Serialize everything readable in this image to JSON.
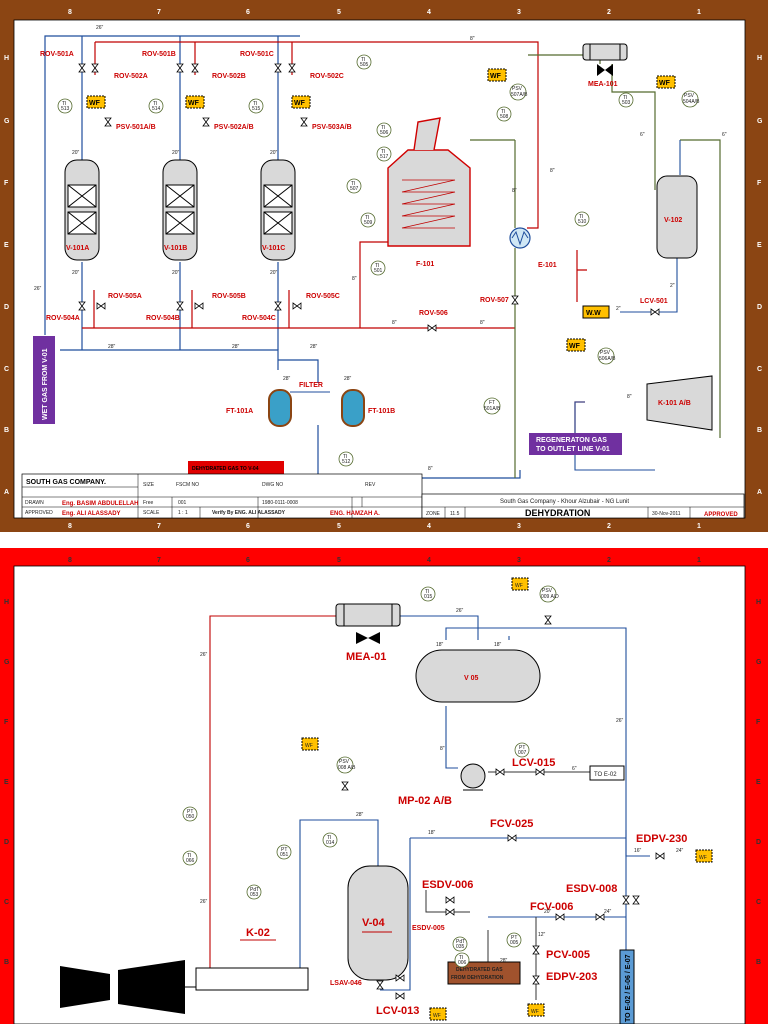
{
  "colors": {
    "frame_top": "#8b4513",
    "frame_bottom": "#ff0000",
    "pipe_red": "#c00000",
    "pipe_blue": "#1f4e9c",
    "pipe_olive": "#556b2f",
    "wf_fill": "#ffc000",
    "label_red": "#cc0000",
    "purple": "#7030a0",
    "filter_fill": "#3aa0c8",
    "vessel_fill": "#d9d9d9"
  },
  "sheet1": {
    "grid_cols": [
      "8",
      "7",
      "6",
      "5",
      "4",
      "3",
      "2",
      "1"
    ],
    "grid_rows": [
      "H",
      "G",
      "F",
      "E",
      "D",
      "C",
      "B",
      "A"
    ],
    "rov_top": [
      "ROV-501A",
      "ROV-501B",
      "ROV-501C"
    ],
    "rov_top2": [
      "ROV-502A",
      "ROV-502B",
      "ROV-502C"
    ],
    "psv_dryers": [
      "PSV-501A/B",
      "PSV-502A/B",
      "PSV-503A/B"
    ],
    "wf": "WF",
    "ti_tags": {
      "t505": "505",
      "t513": "513",
      "t514": "514",
      "t515": "515",
      "t506": "506",
      "t508": "508",
      "t517": "517",
      "t507": "507",
      "t509": "509",
      "t501": "501",
      "t510": "510",
      "t503": "503",
      "t512": "512"
    },
    "ti": "TI",
    "psv": "PSV",
    "psv_507": "507A/B",
    "psv_504": "504A/B",
    "psv_506": "506A/B",
    "dryers": [
      "V-101A",
      "V-101B",
      "V-101C"
    ],
    "rov_bottom": [
      "ROV-505A",
      "ROV-505B",
      "ROV-505C"
    ],
    "rov_bottom2": [
      "ROV-504A",
      "ROV-504B",
      "ROV-504C"
    ],
    "furnace": "F-101",
    "exchanger": "E-101",
    "cooler": "MEA-101",
    "separator": "V-102",
    "lcv": "LCV-501",
    "ww": "W.W",
    "rov_506": "ROV-506",
    "rov_507": "ROV-507",
    "filter_label": "FILTER",
    "filters": [
      "FT-101A",
      "FT-101B"
    ],
    "compressor": "K-101 A/B",
    "ft": "FT",
    "ft_tag": "501A/B",
    "wet_gas": "WET GAS FROM V-01",
    "regen_line1": "REGENERATON GAS",
    "regen_line2": "TO OUTLET LINE V-01",
    "dehydrated_to": "DEHYDRATED GAS TO V-04",
    "sizes": {
      "s26": "26\"",
      "s8": "8\"",
      "s20": "20\"",
      "s28": "28\"",
      "s2": "2\"",
      "s6": "6\""
    },
    "title_block": {
      "company": "SOUTH GAS COMPANY.",
      "drawn_label": "DRAWN",
      "drawn_by": "Eng. BASIM ABDULELLAH",
      "approved_label": "APPROVED",
      "approved_by": "Eng. ALI ALASSADY",
      "size_label": "SIZE",
      "size": "Free",
      "fscm_label": "FSCM NO",
      "fscm": "001",
      "dwg_label": "DWG NO",
      "dwg": "1980-0111-0008",
      "rev_label": "REV",
      "scale_label": "SCALE",
      "scale": "1 : 1",
      "verify": "Verify By ENG. ALI ALASSADY",
      "checked": "ENG. HAMZAH A.",
      "project": "South Gas Company - Khour Alzubair - NG Lunit",
      "zone_label": "ZONE",
      "zone": "11.5",
      "title": "DEHYDRATION",
      "date": "30-Nov-2011",
      "status": "APPROVED"
    }
  },
  "sheet2": {
    "cooler": "MEA-01",
    "separator": "V 05",
    "pump": "MP-02 A/B",
    "lcv": "LCV-015",
    "to_e02": "TO E-02",
    "fcv_025": "FCV-025",
    "edpv_230": "EDPV-230",
    "esdv_006": "ESDV-006",
    "esdv_005": "ESDV-005",
    "esdv_008": "ESDV-008",
    "fcv_006": "FCV-006",
    "pcv_005": "PCV-005",
    "edpv_203": "EDPV-203",
    "scrubber": "V-04",
    "compressor": "K-02",
    "lsav": "LSAV-046",
    "lcv_013": "LCV-013",
    "dehydrated_from1": "DEHYDRATED GAS",
    "dehydrated_from2": "FROM DEHYDRATION",
    "to_exchangers": "TO E-02 / E-06 / E-07",
    "wf": "WF",
    "psv": "PSV",
    "psv_009": "009 A/D",
    "psv_008": "008 A/B",
    "ti": "TI",
    "pt": "PT",
    "pdt": "PdT",
    "tags": {
      "ti015": "015",
      "pt007": "007",
      "pt050": "050",
      "ti066": "066",
      "pt051": "051",
      "ti014": "014",
      "pdt053": "053",
      "pdt035": "035",
      "pt005": "005",
      "ti006": "006"
    },
    "sizes": {
      "s26": "26\"",
      "s18": "18\"",
      "s8": "8\"",
      "s6": "6\"",
      "s28": "28\"",
      "s16": "16\"",
      "s24": "24\"",
      "s20": "20\"",
      "s12": "12\""
    }
  }
}
